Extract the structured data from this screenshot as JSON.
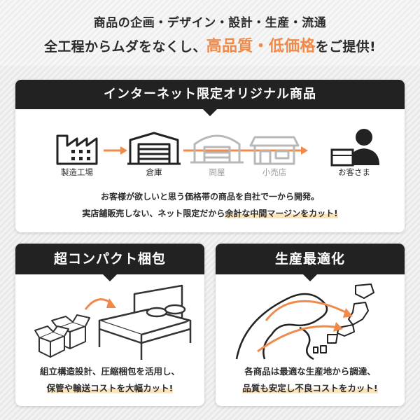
{
  "header": {
    "line1": "商品の企画・デザイン・設計・生産・流通",
    "line2_prefix": "全工程からムダをなくし、",
    "line2_highlight": "高品質・低価格",
    "line2_suffix": "をご提供!"
  },
  "main_panel": {
    "title": "インターネット限定オリジナル商品",
    "flow": [
      {
        "label": "製造工場",
        "icon": "factory-icon",
        "dimmed": false
      },
      {
        "label": "倉庫",
        "icon": "warehouse-icon",
        "dimmed": false
      },
      {
        "label": "問屋",
        "icon": "wholesaler-icon",
        "dimmed": true
      },
      {
        "label": "小売店",
        "icon": "store-icon",
        "dimmed": true
      },
      {
        "label": "お客さま",
        "icon": "customer-icon",
        "dimmed": false
      }
    ],
    "desc_line1": "お客様が欲しいと思う価格帯の商品を自社で一から開発。",
    "desc_line2_prefix": "実店舗販売しない、ネット限定だから",
    "desc_line2_mark": "余計な中間マージンをカット!"
  },
  "packing_panel": {
    "title": "超コンパクト梱包",
    "desc_line1": "組立構造設計、圧縮梱包を活用し、",
    "desc_line2": "保管や輸送コストを大幅カット!"
  },
  "production_panel": {
    "title": "生産最適化",
    "desc_line1": "各商品は最適な生産地から調達、",
    "desc_line2": "品質も安定し不良コストをカット!"
  },
  "colors": {
    "accent": "#ef8a4a",
    "banner": "#222222",
    "highlight": "#fde3b8",
    "dimmed": "#9a9a9a"
  }
}
